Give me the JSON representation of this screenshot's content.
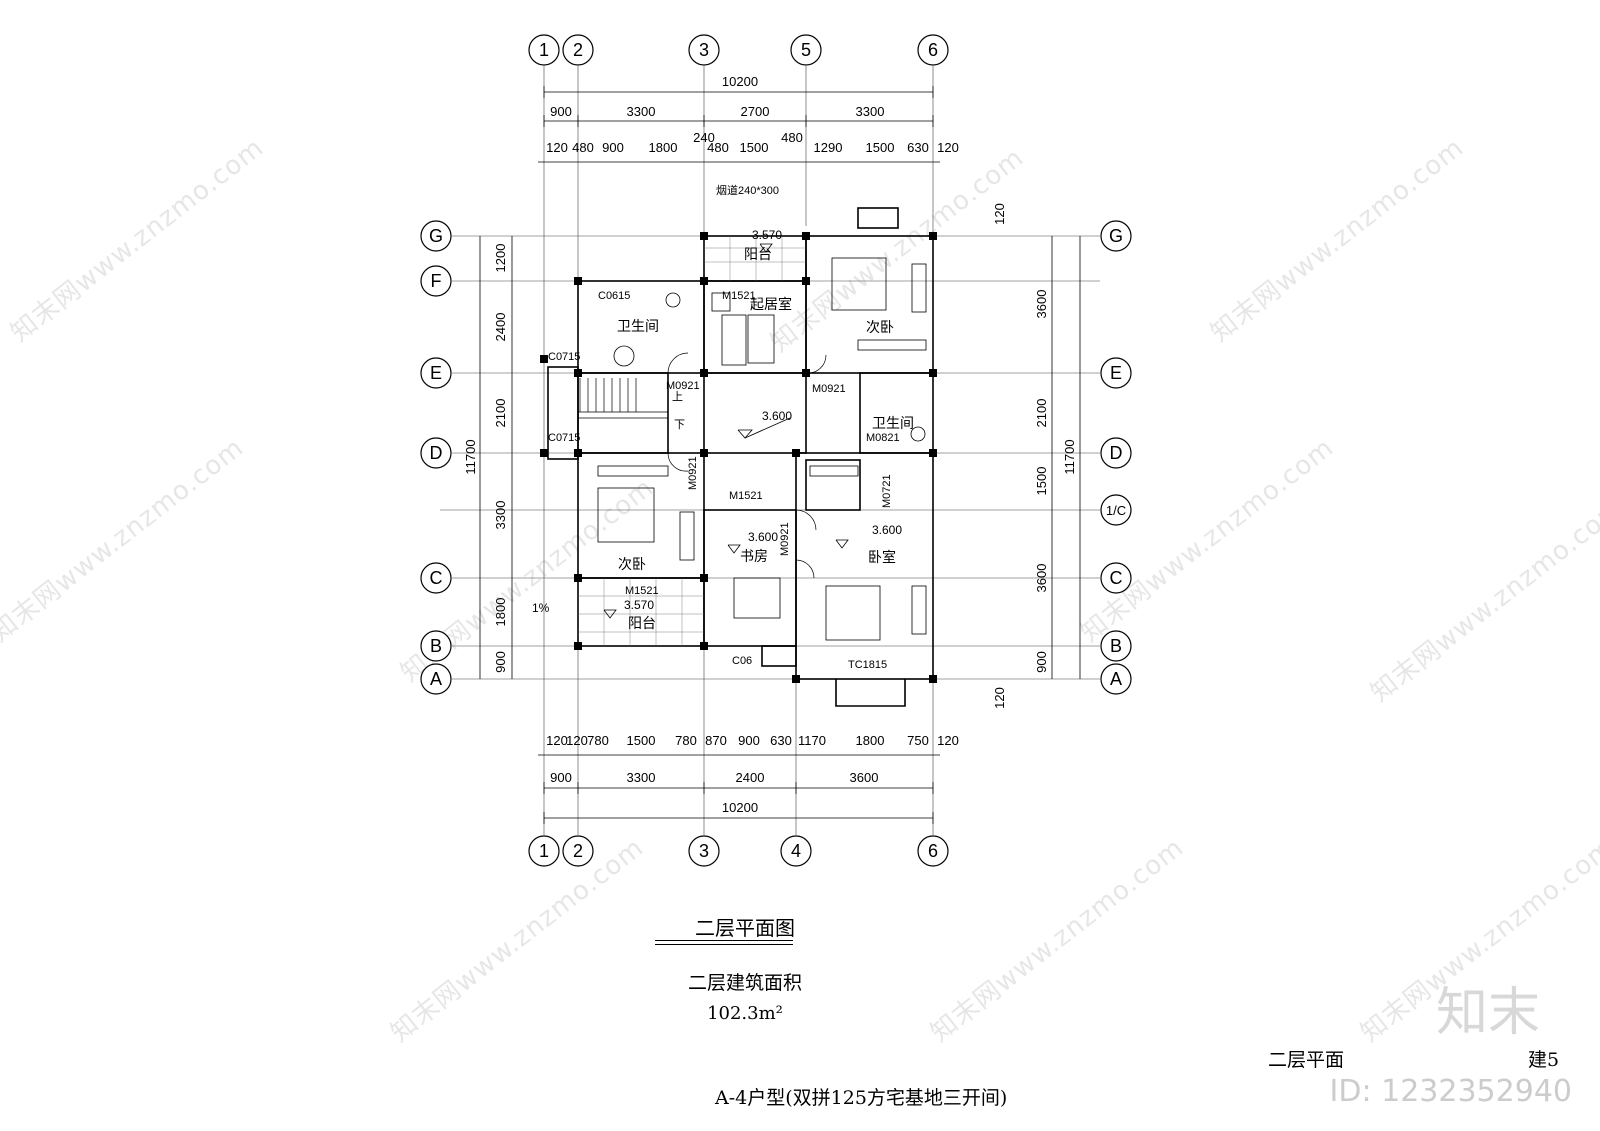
{
  "drawing": {
    "title": "二层平面图",
    "area_label": "二层建筑面积",
    "area_value": "102.3m²",
    "unit_type": "A-4户型(双拼125方宅基地三开间)",
    "sheet_name": "二层平面",
    "sheet_number": "建5"
  },
  "axes": {
    "top_columns": [
      "1",
      "2",
      "3",
      "5",
      "6"
    ],
    "bottom_columns": [
      "1",
      "2",
      "3",
      "4",
      "6"
    ],
    "left_rows": [
      "G",
      "F",
      "E",
      "D",
      "C",
      "B",
      "A"
    ],
    "right_rows": [
      "G",
      "E",
      "D",
      "1/C",
      "C",
      "B",
      "A"
    ]
  },
  "dimensions": {
    "top_total": "10200",
    "top_axis": [
      "900",
      "3300",
      "2700",
      "3300"
    ],
    "top_detail": [
      "120",
      "480",
      "900",
      "1800",
      "240",
      "480",
      "1500",
      "480",
      "1290",
      "1500",
      "630",
      "120"
    ],
    "bottom_detail": [
      "120",
      "120",
      "780",
      "1500",
      "780",
      "870",
      "900",
      "630",
      "1170",
      "1800",
      "750",
      "120"
    ],
    "bottom_axis": [
      "900",
      "3300",
      "2400",
      "3600"
    ],
    "bottom_total": "10200",
    "left_axis": [
      "1200",
      "2400",
      "2100",
      "3300",
      "1800",
      "900"
    ],
    "left_total": "11700",
    "right_axis": [
      "3600",
      "2100",
      "1500",
      "3600",
      "900"
    ],
    "right_total": "11700",
    "right_small": [
      "120",
      "120"
    ]
  },
  "rooms": {
    "living": "起居室",
    "bath_left": "卫生间",
    "bed2_top": "次卧",
    "bath_right": "卫生间",
    "bed2_left": "次卧",
    "study": "书房",
    "master": "卧室",
    "balcony_top": "阳台",
    "balcony_bottom": "阳台"
  },
  "labels": {
    "flue": "烟道240*300",
    "door_m1521_a": "M1521",
    "door_m1521_b": "M1521",
    "door_m1521_c": "M1521",
    "door_m0921_a": "M0921",
    "door_m0921_b": "M0921",
    "door_m0921_c": "M0921",
    "door_m0921_d": "M0921",
    "door_m0821": "M0821",
    "door_m0721": "M0721",
    "window_c0615": "C0615",
    "window_c0715_a": "C0715",
    "window_c0715_b": "C0715",
    "window_c06": "C06",
    "window_tc1815": "TC1815",
    "elev_balcony_top": "3.570",
    "elev_balcony_bottom": "3.570",
    "elev_hall": "3.600",
    "elev_study": "3.600",
    "elev_master": "3.600",
    "slope": "1%",
    "stair_up": "上",
    "stair_down": "下"
  },
  "watermark": {
    "text": "知末网www.znzmo.com",
    "logo": "知末",
    "id": "ID: 1232352940"
  }
}
